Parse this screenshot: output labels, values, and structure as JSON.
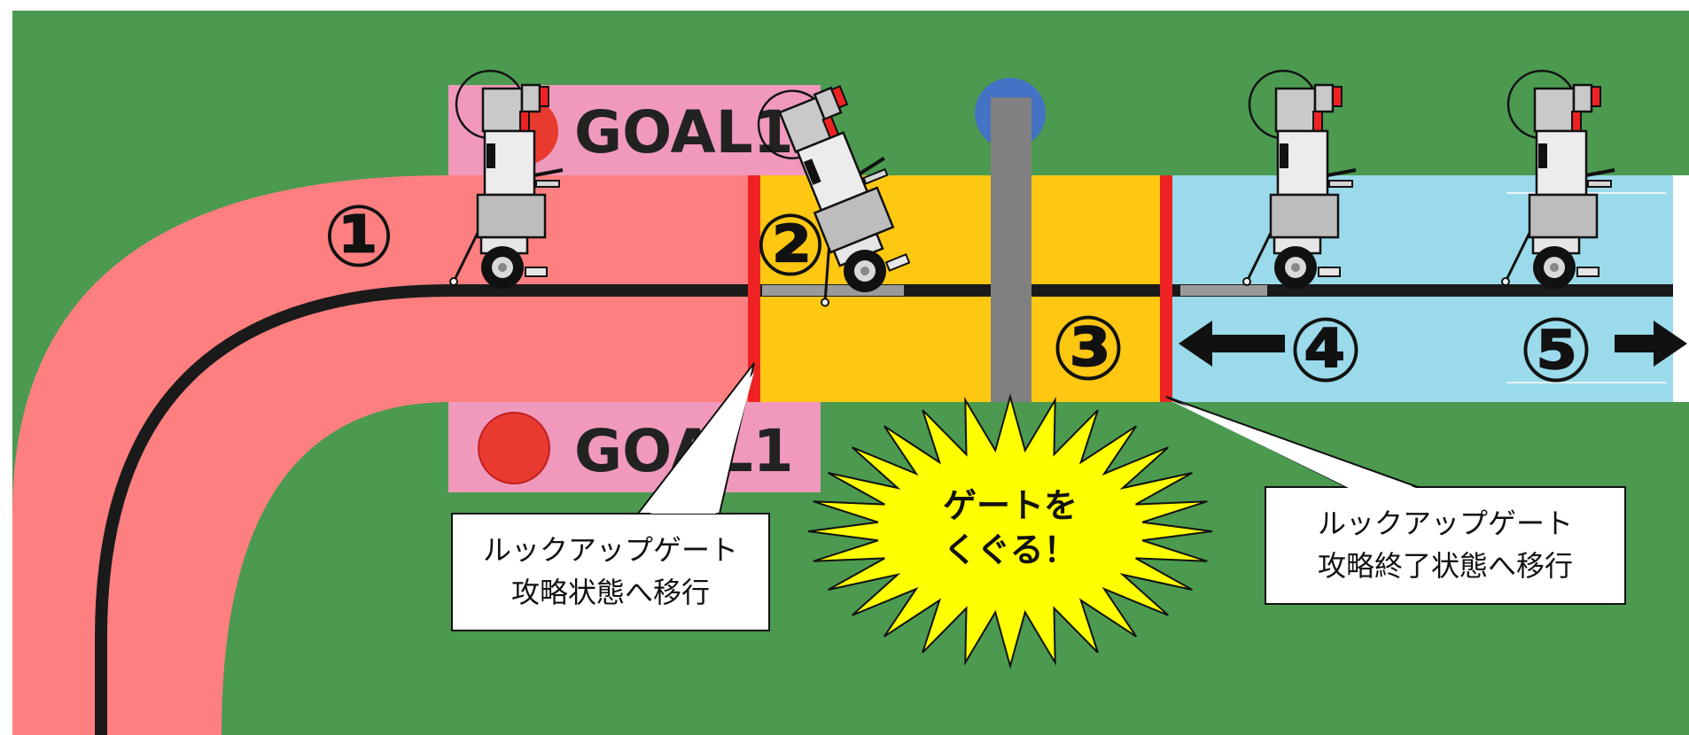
{
  "colors": {
    "field": "#4b9a50",
    "red_zone": "#fe7f7f",
    "orange_zone": "#fec712",
    "blue_zone": "#9adaeb",
    "goal_panel": "#f099bc",
    "goal_dot": "#e83a2f",
    "gate_bar": "#808080",
    "gate_top": "#4472c4",
    "line": "#1a1a1a",
    "red_line": "#ee2222",
    "burst": "#ffff00"
  },
  "goals": {
    "top_label": "GOAL1",
    "bottom_label": "GOAL1"
  },
  "steps": {
    "s1": "①",
    "s2": "②",
    "s3": "③",
    "s4": "④",
    "s5": "⑤"
  },
  "callouts": {
    "left": {
      "line1": "ルックアップゲート",
      "line2": "攻略状態へ移行"
    },
    "right": {
      "line1": "ルックアップゲート",
      "line2": "攻略終了状態へ移行"
    }
  },
  "burst": {
    "line1": "ゲートを",
    "line2": "くぐる！"
  },
  "icons": {
    "robot": "wheeled-robot-icon",
    "arrow_left": "arrow-left-icon",
    "arrow_right": "arrow-right-icon"
  }
}
